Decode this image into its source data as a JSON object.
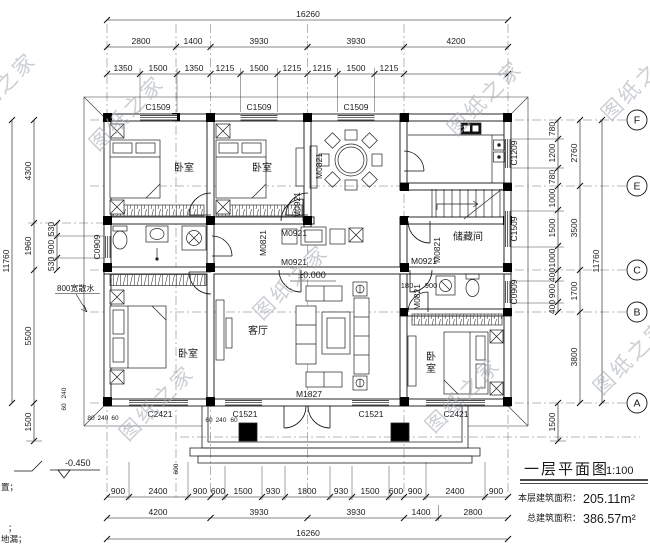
{
  "watermark": "图纸之家",
  "title_block": {
    "title": "一层平面图",
    "scale": "1:100",
    "floor_area_label": "本层建筑面积：",
    "floor_area_value": "205.11m²",
    "total_area_label": "总建筑面积：",
    "total_area_value": "386.57m²"
  },
  "grid_labels": {
    "f": "F",
    "e": "E",
    "c": "C",
    "b": "B",
    "a": "A"
  },
  "rooms": {
    "bedroom": "卧室",
    "bedroom_vertical": [
      "卧",
      "室"
    ],
    "living": "客厅",
    "storage": "储藏间"
  },
  "openings": {
    "c1509": "C1509",
    "c1209": "C1209",
    "c0909": "C0909",
    "c2421": "C2421",
    "c1521": "C1521",
    "m0921": "M0921",
    "m0821": "M0821",
    "m1827": "M1827"
  },
  "annotations": {
    "apron": "800宽散水",
    "level_zero": "±0.000",
    "level_neg": "-0.450",
    "note_1": "置；",
    "note_2": "；",
    "note_3": "地漏；"
  },
  "dims": {
    "top_total": "16260",
    "top_major": [
      "2800",
      "1400",
      "3930",
      "3930",
      "4200"
    ],
    "top_minor": [
      "1350",
      "1500",
      "1350",
      "1215",
      "1500",
      "1215",
      "1215",
      "1500",
      "1215"
    ],
    "bottom_minor": [
      "900",
      "2400",
      "900",
      "600",
      "1500",
      "930",
      "1800",
      "930",
      "1500",
      "600",
      "900",
      "2400",
      "900"
    ],
    "bottom_major": [
      "4200",
      "3930",
      "3930",
      "1400",
      "2800"
    ],
    "bottom_total": "16260",
    "left_major": [
      "4300",
      "1960",
      "5500"
    ],
    "left_minor": [
      "530",
      "900",
      "530"
    ],
    "left_total": "11760",
    "left_step": "1500",
    "right_minor": [
      "780",
      "1200",
      "780",
      "1000",
      "1500",
      "1000",
      "400",
      "900",
      "400"
    ],
    "right_major": [
      "2760",
      "3500",
      "1700",
      "3800"
    ],
    "right_total": "11760",
    "right_step": "1500",
    "inner": [
      "180",
      "900"
    ],
    "tiny": {
      "d240": "240",
      "d60": "60",
      "d600": "600",
      "d80": "80"
    }
  }
}
